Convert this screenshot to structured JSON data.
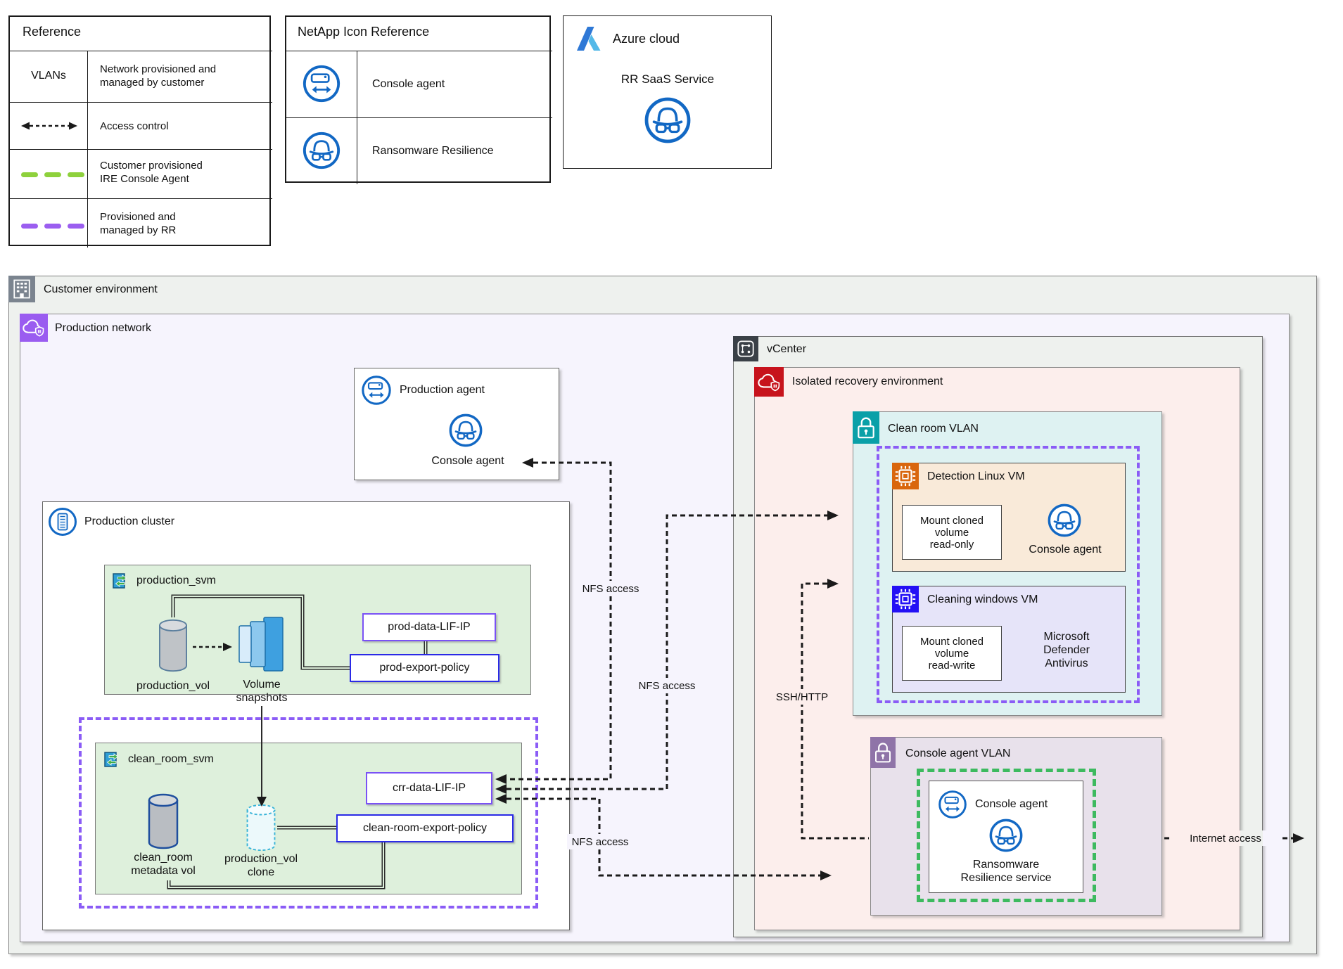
{
  "reference_legend": {
    "title": "Reference",
    "rows": [
      {
        "symbol": "VLANs",
        "description": "Network provisioned and\nmanaged by customer"
      },
      {
        "symbol": "access-control-arrow",
        "description": "Access control"
      },
      {
        "symbol": "green-dashes",
        "description": "Customer provisioned\nIRE Console Agent"
      },
      {
        "symbol": "purple-dashes",
        "description": "Provisioned and\nmanaged by RR"
      }
    ]
  },
  "netapp_icon_reference": {
    "title": "NetApp Icon Reference",
    "rows": [
      {
        "icon": "console-agent-icon",
        "label": "Console agent"
      },
      {
        "icon": "ransomware-resilience-icon",
        "label": "Ransomware Resilience"
      }
    ]
  },
  "azure": {
    "title": "Azure cloud",
    "service": "RR SaaS Service",
    "icon": "ransomware-resilience-icon"
  },
  "customer_environment": {
    "label": "Customer environment",
    "icon": "building-icon"
  },
  "production_network": {
    "label": "Production network",
    "icon": "cloud-shield-icon"
  },
  "production_agent": {
    "title": "Production agent",
    "agent_label": "Console agent"
  },
  "production_cluster": {
    "label": "Production cluster",
    "icon": "storage-node-icon"
  },
  "production_svm": {
    "label": "production_svm",
    "volume": "production_vol",
    "snapshots": "Volume\nsnapshots",
    "lif": "prod-data-LIF-IP",
    "policy": "prod-export-policy"
  },
  "clean_room_svm": {
    "label": "clean_room_svm",
    "metadata_volume": "clean_room\nmetadata vol",
    "clone": "production_vol\nclone",
    "lif": "crr-data-LIF-IP",
    "policy": "clean-room-export-policy"
  },
  "vcenter": {
    "label": "vCenter",
    "icon": "circuit-icon"
  },
  "isolated_recovery_environment": {
    "label": "Isolated recovery environment",
    "icon": "cloud-shield-icon"
  },
  "clean_room_vlan": {
    "label": "Clean room VLAN",
    "icon": "lock-icon",
    "detection_vm": {
      "title": "Detection Linux VM",
      "icon": "chip-icon",
      "mount": "Mount cloned\nvolume\nread-only",
      "agent_label": "Console agent"
    },
    "cleaning_vm": {
      "title": "Cleaning windows VM",
      "icon": "chip-icon",
      "mount": "Mount cloned\nvolume\nread-write",
      "antivirus": "Microsoft\nDefender\nAntivirus"
    }
  },
  "console_agent_vlan": {
    "label": "Console agent VLAN",
    "icon": "lock-icon",
    "agent_box": {
      "title": "Console agent",
      "service": "Ransomware\nResilience service"
    }
  },
  "connections": {
    "nfs_access_1": "NFS access",
    "nfs_access_2": "NFS access",
    "nfs_access_3": "NFS access",
    "ssh_http": "SSH/HTTP",
    "internet_access": "Internet access"
  },
  "colors": {
    "netapp_blue": "#1268c4",
    "rr_purple_dash": "#8b5cf6",
    "ire_agent_green_dash": "#3dba5f",
    "legend_green": "#8ed13c",
    "legend_purple": "#9b5ef0",
    "production_network_icon": "#9a5cf0",
    "ire_icon_red": "#c7131c",
    "clean_room_teal": "#0aa0a8",
    "console_vlan_mauve": "#8f74a8",
    "detection_orange": "#d9660d",
    "cleaning_blue": "#2310f5",
    "lif_border": "#7a52f5",
    "policy_border": "#2a2ae6",
    "svm_green_fill": "#def0dc",
    "ire_fill": "#fceeec",
    "clean_room_fill": "#def2f2"
  }
}
